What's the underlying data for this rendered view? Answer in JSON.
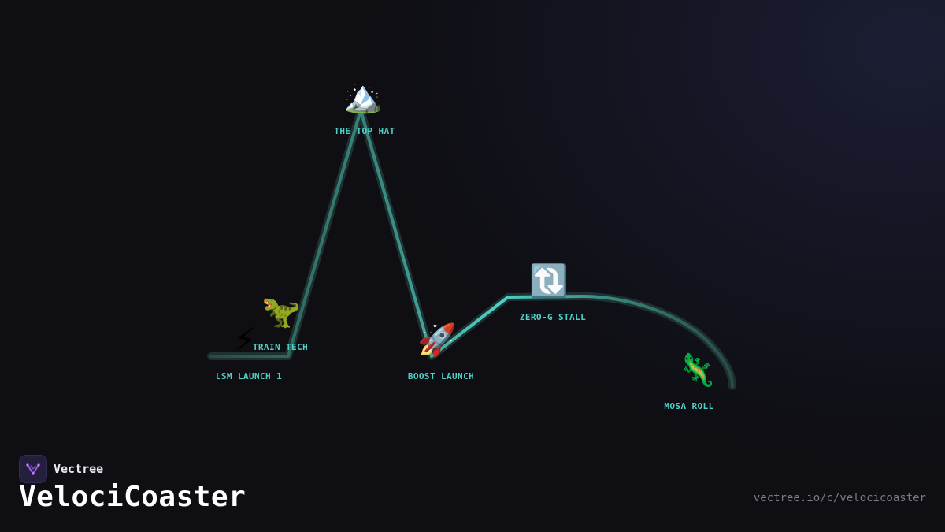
{
  "brand": {
    "name": "Vectree",
    "logo_icon": "vectree-logo-icon"
  },
  "title": "VelociCoaster",
  "url": "vectree.io/c/velocicoaster",
  "colors": {
    "track_glow": "#2a4a48",
    "track_core": "#4fd1c5",
    "label": "#4fd1c5",
    "background": "#0e0e13"
  },
  "nodes": [
    {
      "id": "lsm-launch-1",
      "label": "LSM LAUNCH 1",
      "icon": "lightning-icon",
      "glyph": "⚡"
    },
    {
      "id": "train-tech",
      "label": "TRAIN TECH",
      "icon": "t-rex-icon",
      "glyph": "🦖"
    },
    {
      "id": "the-top-hat",
      "label": "THE TOP HAT",
      "icon": "mountain-icon",
      "glyph": "🏔️"
    },
    {
      "id": "boost-launch",
      "label": "BOOST LAUNCH",
      "icon": "rocket-icon",
      "glyph": "🚀"
    },
    {
      "id": "zero-g-stall",
      "label": "ZERO-G STALL",
      "icon": "loop-arrows-icon",
      "glyph": "🔃"
    },
    {
      "id": "mosa-roll",
      "label": "MOSA ROLL",
      "icon": "lizard-icon",
      "glyph": "🦎"
    }
  ]
}
